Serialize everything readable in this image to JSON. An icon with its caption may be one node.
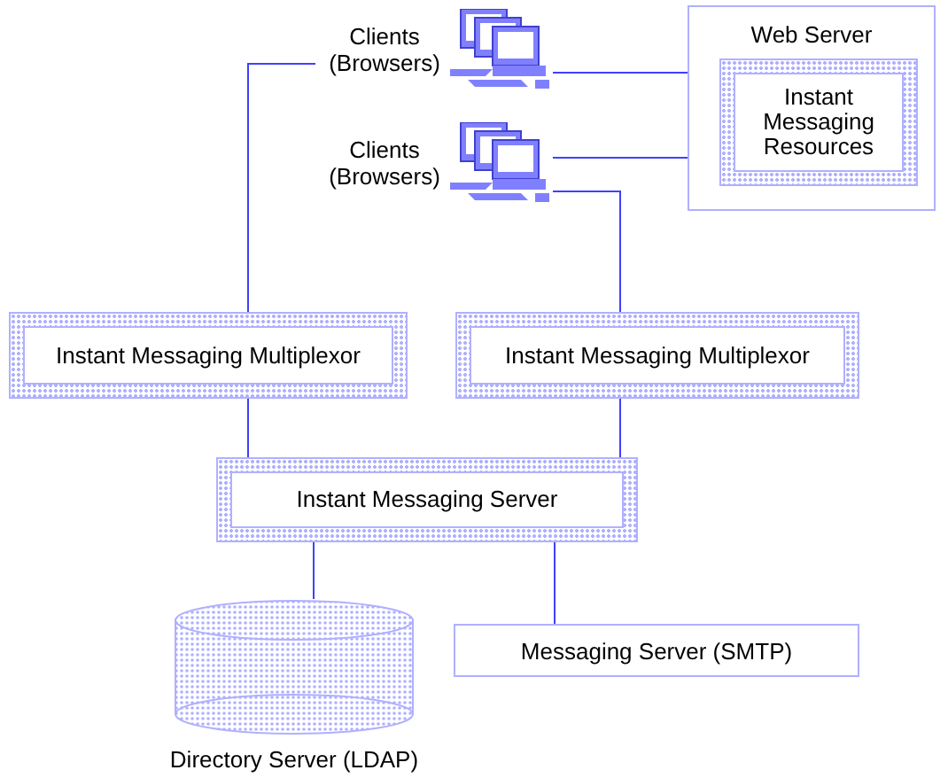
{
  "diagram": {
    "nodes": [
      {
        "text": [
          "Clients (Browsers)"
        ]
      },
      {
        "text": [
          "Clients (Browsers)"
        ]
      },
      {
        "text": [
          "Web Server"
        ]
      },
      {
        "text": [
          "Instant Messaging Resources"
        ],
        "in": 2
      },
      {
        "text": [
          "Instant Messaging Multiplexor"
        ]
      },
      {
        "text": [
          "Instant Messaging Multiplexor"
        ]
      },
      {
        "text": [
          "Instant Messaging Server"
        ]
      },
      {
        "text": [
          "Directory Server (LDAP)"
        ]
      },
      {
        "text": [
          "Messaging Server (SMTP)"
        ]
      }
    ],
    "edges": [
      {
        "from": 0,
        "to": 4,
        "arrow": "none"
      },
      {
        "from": 0,
        "to": 3,
        "arrow": "none"
      },
      {
        "from": 1,
        "to": 3,
        "arrow": "none"
      },
      {
        "from": 1,
        "to": 5,
        "arrow": "none"
      },
      {
        "from": 4,
        "to": 6,
        "arrow": "none"
      },
      {
        "from": 5,
        "to": 6,
        "arrow": "none"
      },
      {
        "from": 6,
        "to": 7,
        "arrow": "none"
      },
      {
        "from": 6,
        "to": 8,
        "arrow": "none"
      }
    ]
  }
}
